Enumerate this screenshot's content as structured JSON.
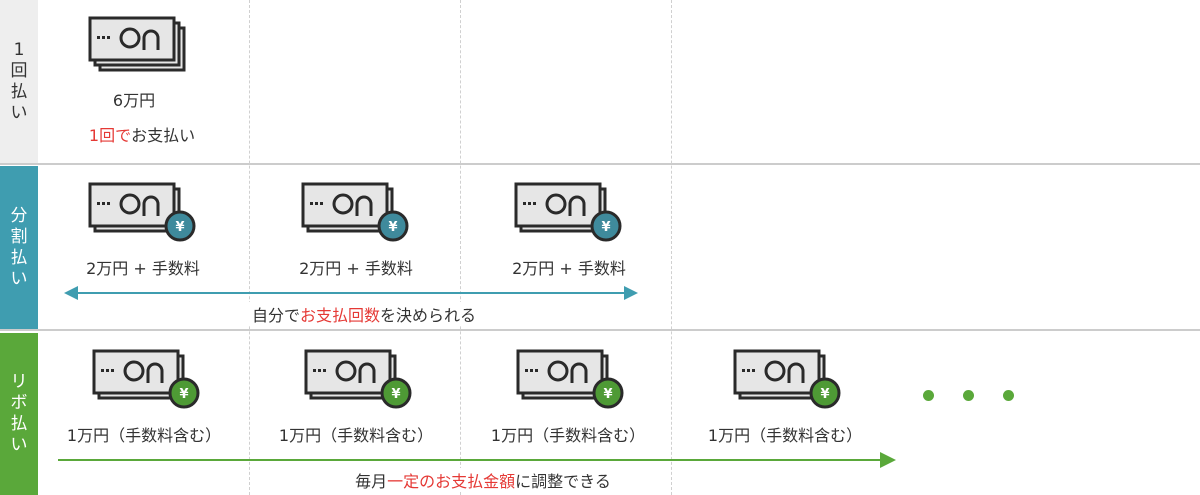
{
  "rows": {
    "one_time": {
      "label_chars": [
        "1",
        "回",
        "払",
        "い"
      ],
      "label_bg": "#eeeeee",
      "label_color": "#333333",
      "amount": "6万円",
      "note_red": "1回で",
      "note_rest": "お支払い"
    },
    "installment": {
      "label_chars": [
        "分",
        "割",
        "払",
        "い"
      ],
      "label_bg": "#3f9db0",
      "label_color": "#ffffff",
      "coin_color": "#3f8a9c",
      "coin_symbol": "¥",
      "caption": "2万円 + 手数料",
      "note_pre": "自分で",
      "note_red": "お支払回数",
      "note_post": "を決められる",
      "arrow_color": "#3f9db0"
    },
    "revolving": {
      "label_chars": [
        "リ",
        "ボ",
        "払",
        "い"
      ],
      "label_bg": "#5aa83a",
      "label_color": "#ffffff",
      "coin_color": "#4e9a35",
      "coin_symbol": "¥",
      "caption": "1万円（手数料含む）",
      "note_pre": "毎月",
      "note_red": "一定のお支払金額",
      "note_post": "に調整できる",
      "arrow_color": "#5aa83a"
    }
  },
  "icons": {
    "bill": "banknote-icon",
    "coin": "yen-coin-icon"
  },
  "colors": {
    "accent_red": "#e53935",
    "bill_fill": "#e6e6e6",
    "bill_stroke": "#2a2a2a"
  }
}
